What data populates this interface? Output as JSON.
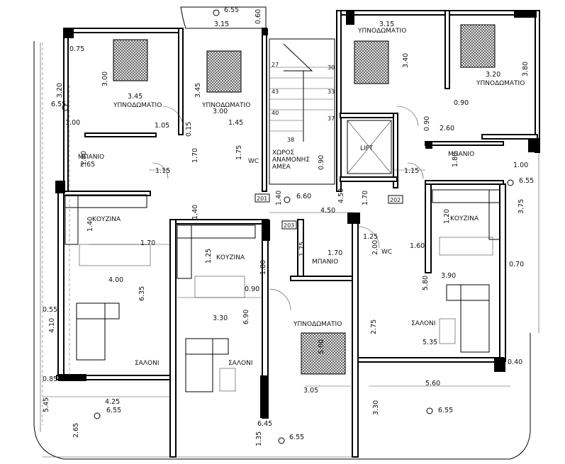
{
  "rooms": {
    "bedroom_label": "ΥΠΝΟΔΩΜΑΤΙΟ",
    "bathroom_label": "ΜΠΑΝΙΟ",
    "kitchen_label": "ΚΟΥΖΙΝΑ",
    "living_label": "ΣΑΛΟΝΙ",
    "wc_label": "WC",
    "lift_label": "LIFT",
    "waiting_line1": "ΧΩΡΟΣ",
    "waiting_line2": "ΑΝΑΜΟΝΗΣ",
    "waiting_line3": "ΑΜΕΑ"
  },
  "unit_tags": [
    "201",
    "202",
    "203"
  ],
  "level_marks": [
    "6.55",
    "6.60"
  ],
  "stair_steps": [
    "27",
    "30",
    "33",
    "37",
    "38",
    "40",
    "43"
  ],
  "dimensions": [
    "6.55",
    "3.15",
    "0.60",
    "3.15",
    "0.75",
    "3.00",
    "3.45",
    "3.20",
    "3.45",
    "3.00",
    "1.00",
    "1.05",
    "0.15",
    "1.45",
    "1.80",
    "2.65",
    "1.15",
    "1.70",
    "1.75",
    "0.90",
    "1.40",
    "1.40",
    "4.50",
    "1.70",
    "1.15",
    "3.40",
    "3.20",
    "3.80",
    "0.90",
    "0.90",
    "2.60",
    "1.80",
    "1.00",
    "1.40",
    "1.70",
    "4.00",
    "6.35",
    "1.25",
    "1.80",
    "0.90",
    "1.25",
    "2.00",
    "1.75",
    "1.70",
    "1.60",
    "1.20",
    "3.75",
    "0.70",
    "3.90",
    "5.80",
    "0.55",
    "4.10",
    "3.30",
    "6.90",
    "2.75",
    "5.00",
    "5.35",
    "0.85",
    "0.40",
    "4.25",
    "5.45",
    "3.05",
    "5.60",
    "2.65",
    "3.30",
    "6.45",
    "1.35"
  ]
}
